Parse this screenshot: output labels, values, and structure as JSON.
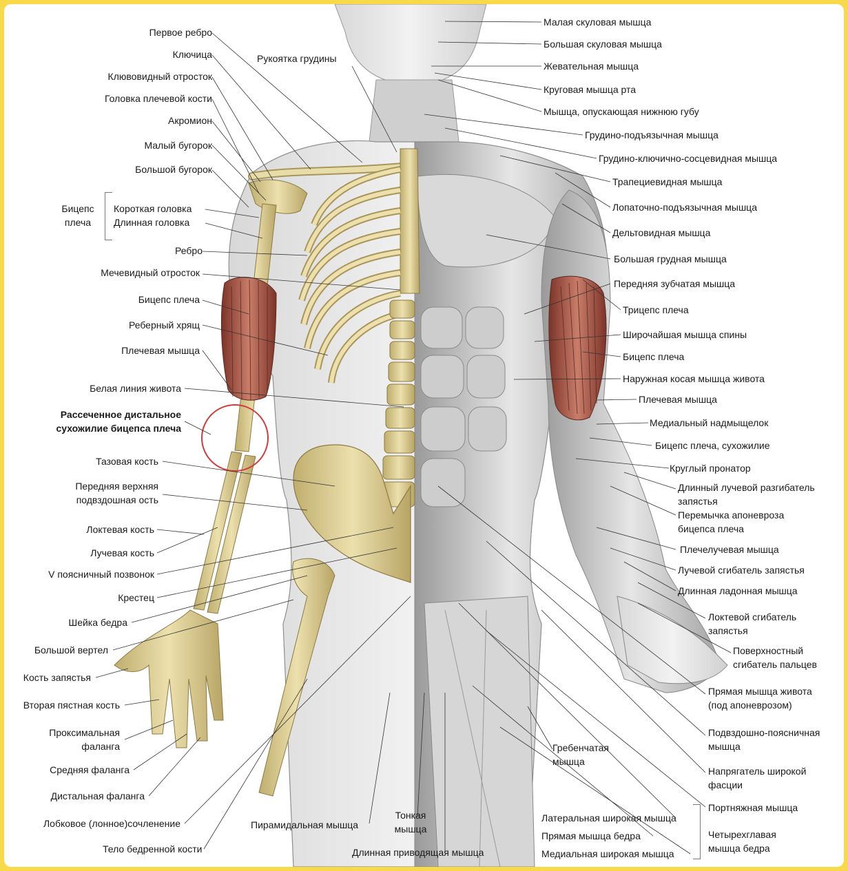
{
  "left_labels": [
    "Первое ребро",
    "Ключица",
    "Клювовидный отросток",
    "Головка плечевой кости",
    "Акромион",
    "Малый бугорок",
    "Большой бугорок",
    "Короткая головка",
    "Длинная головка",
    "Ребро",
    "Мечевидный отросток",
    "Бицепс плеча",
    "Реберный хрящ",
    "Плечевая мышца",
    "Белая линия живота",
    "Рассеченное дистальное\nсухожилие бицепса плеча",
    "Тазовая кость",
    "Передняя верхняя\nподвздошная ость",
    "Локтевая кость",
    "Лучевая кость",
    "V поясничный позвонок",
    "Крестец",
    "Шейка бедра",
    "Большой вертел",
    "Кость запястья",
    "Вторая пястная кость",
    "Проксимальная\nфаланга",
    "Средняя фаланга",
    "Дистальная фаланга",
    "Лобковое (лонное)сочленение"
  ],
  "bicep_group_label": "Бицепс\nплеча",
  "top_center_label": "Рукоятка грудины",
  "right_labels": [
    "Малая скуловая мышца",
    "Большая скуловая мышца",
    "Жевательная мышца",
    "Круговая мышца рта",
    "Мышца, опускающая нижнюю губу",
    "Грудино-подъязычная мышца",
    "Грудино-ключично-сосцевидная мышца",
    "Трапециевидная мышца",
    "Лопаточно-подъязычная мышца",
    "Дельтовидная мышца",
    "Большая грудная мышца",
    "Передняя зубчатая мышца",
    "Трицепс плеча",
    "Широчайшая мышца спины",
    "Бицепс плеча",
    "Наружная косая мышца живота",
    "Плечевая мышца",
    "Медиальный надмыщелок",
    "Бицепс плеча, сухожилие",
    "Круглый пронатор",
    "Длинный лучевой разгибатель\nзапястья",
    "Перемычка апоневроза\nбицепса плеча",
    "Плечелучевая мышца",
    "Лучевой сгибатель запястья",
    "Длинная ладонная мышца",
    "Локтевой сгибатель\nзапястья",
    "Поверхностный\nсгибатель пальцев",
    "Прямая мышца живота\n(под апоневрозом)",
    "Подвздошно-поясничная\nмышца",
    "Напрягатель широкой\nфасции",
    "Портняжная мышца"
  ],
  "bottom_labels": {
    "femur_body": "Тело бедренной кости",
    "pyramidal": "Пирамидальная мышца",
    "gracilis": "Тонкая\nмышца",
    "adductor_longus": "Длинная приводящая мышца",
    "pectineus": "Гребенчатая\nмышца",
    "vastus_lateralis": "Латеральная широкая мышца",
    "rectus_femoris": "Прямая мышца бедра",
    "vastus_medialis": "Медиальная широкая мышца",
    "quadriceps": "Четырехглавая\nмышца бедра"
  },
  "colors": {
    "frame": "#f7d94a",
    "bone": "#e2d39a",
    "muscle": "#c9c9c9",
    "biceps": "#a85a4a",
    "highlight_circle": "#d23a3a"
  }
}
